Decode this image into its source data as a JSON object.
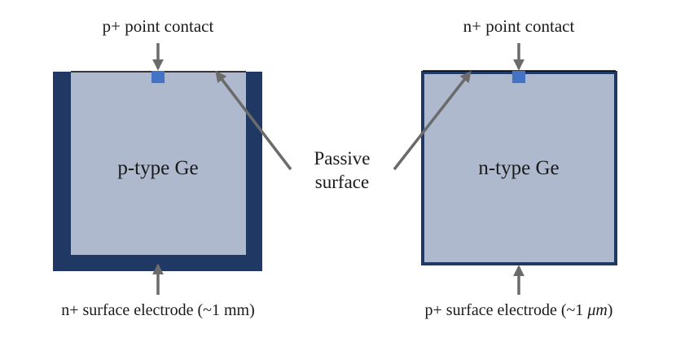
{
  "left_detector": {
    "contact_label": "p+ point contact",
    "material_label": "p-type Ge",
    "electrode_label": "n+ surface electrode (~1 mm)"
  },
  "right_detector": {
    "contact_label": "n+ point contact",
    "material_label": "n-type Ge",
    "electrode_prefix": "p+ surface electrode (~1 ",
    "electrode_unit": "μm",
    "electrode_suffix": ")"
  },
  "passive_label": {
    "line1": "Passive",
    "line2": "surface"
  },
  "colors": {
    "bulk": "#aeb9cd",
    "electrode": "#1f3864",
    "contact": "#4472c4",
    "arrow": "#6b6b6b",
    "passive_line": "#000000"
  }
}
